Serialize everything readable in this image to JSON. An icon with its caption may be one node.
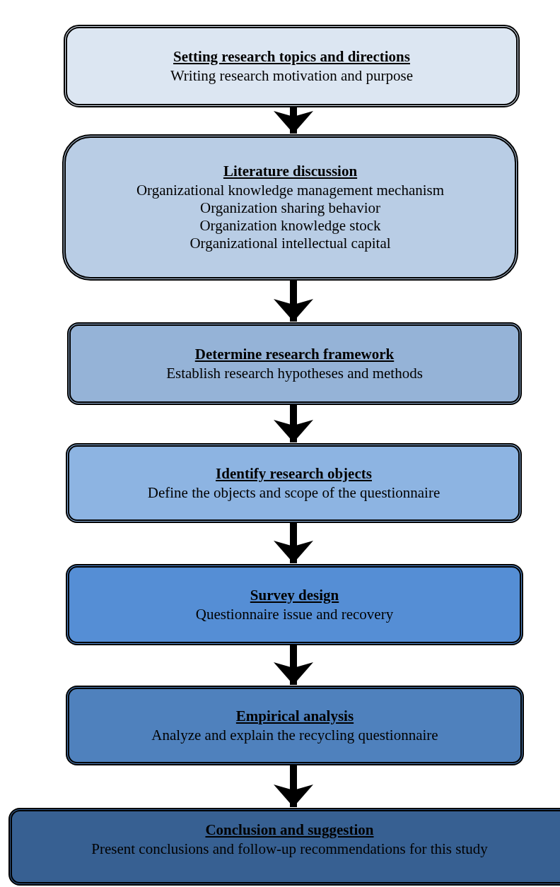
{
  "diagram": {
    "nodes": [
      {
        "text": [
          "Setting research topics and directions",
          "Writing research motivation and purpose"
        ]
      },
      {
        "text": [
          "Literature discussion",
          "Organizational knowledge management mechanism",
          "Organization sharing behavior",
          "Organization knowledge stock",
          "Organizational intellectual capital"
        ]
      },
      {
        "text": [
          "Determine research framework",
          "Establish research hypotheses and methods"
        ]
      },
      {
        "text": [
          "Identify research objects",
          "Define the objects and scope of the questionnaire"
        ]
      },
      {
        "text": [
          "Survey design",
          "Questionnaire issue and recovery"
        ]
      },
      {
        "text": [
          "Empirical analysis",
          "Analyze and explain the recycling questionnaire"
        ]
      },
      {
        "text": [
          "Conclusion and suggestion",
          "Present conclusions and follow-up recommendations for this study"
        ]
      }
    ],
    "edges": [
      {
        "from": 0,
        "to": 1,
        "arrow": "to"
      },
      {
        "from": 1,
        "to": 2,
        "arrow": "to"
      },
      {
        "from": 2,
        "to": 3,
        "arrow": "to"
      },
      {
        "from": 3,
        "to": 4,
        "arrow": "to"
      },
      {
        "from": 4,
        "to": 5,
        "arrow": "to"
      },
      {
        "from": 5,
        "to": 6,
        "arrow": "to"
      }
    ]
  }
}
